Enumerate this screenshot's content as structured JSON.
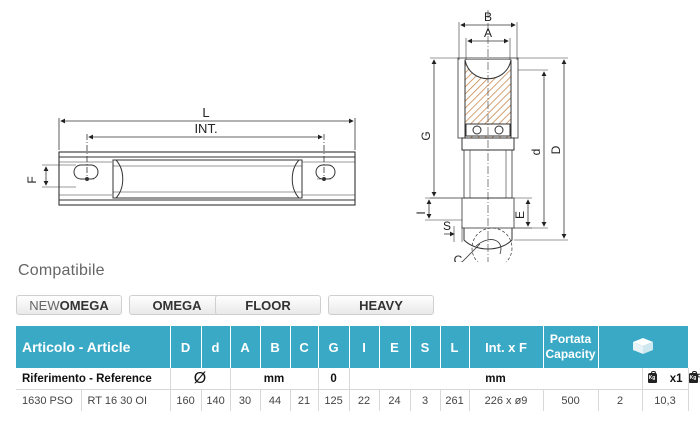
{
  "drawing_labels": {
    "L": "L",
    "INT": "INT.",
    "F": "F",
    "B": "B",
    "A": "A",
    "G": "G",
    "d": "d",
    "D": "D",
    "I": "I",
    "E": "E",
    "S": "S",
    "C": "C"
  },
  "compat": {
    "title": "Compatibile",
    "tabs": [
      {
        "light": "NEW",
        "bold": "OMEGA"
      },
      {
        "light": "",
        "bold": "OMEGA"
      },
      {
        "light": "",
        "bold": "FLOOR"
      },
      {
        "light": "",
        "bold": "HEAVY"
      }
    ]
  },
  "table": {
    "header": {
      "article": "Articolo - Article",
      "cols": [
        "D",
        "d",
        "A",
        "B",
        "C",
        "G",
        "I",
        "E",
        "S",
        "L",
        "Int. x F"
      ],
      "capacity_line1": "Portata",
      "capacity_line2": "Capacity"
    },
    "units": {
      "reference": "Riferimento - Reference",
      "diameter_symbol": "Ø",
      "mm1": "mm",
      "degree": "0",
      "mm2": "mm",
      "kg_label": "Kg",
      "x1": "x1",
      "number": "N°"
    },
    "row": {
      "code": "1630 PSO",
      "ref": "RT 16 30 OI",
      "D": "160",
      "d": "140",
      "A": "30",
      "B": "44",
      "C": "21",
      "G": "125",
      "I": "22",
      "E": "24",
      "S": "3",
      "L": "261",
      "intf": "226 x ø9",
      "capacity": "500",
      "n": "2",
      "weight": "10,3"
    }
  },
  "colors": {
    "header_bg": "#3aa9c6",
    "hatch": "#b5651d"
  }
}
